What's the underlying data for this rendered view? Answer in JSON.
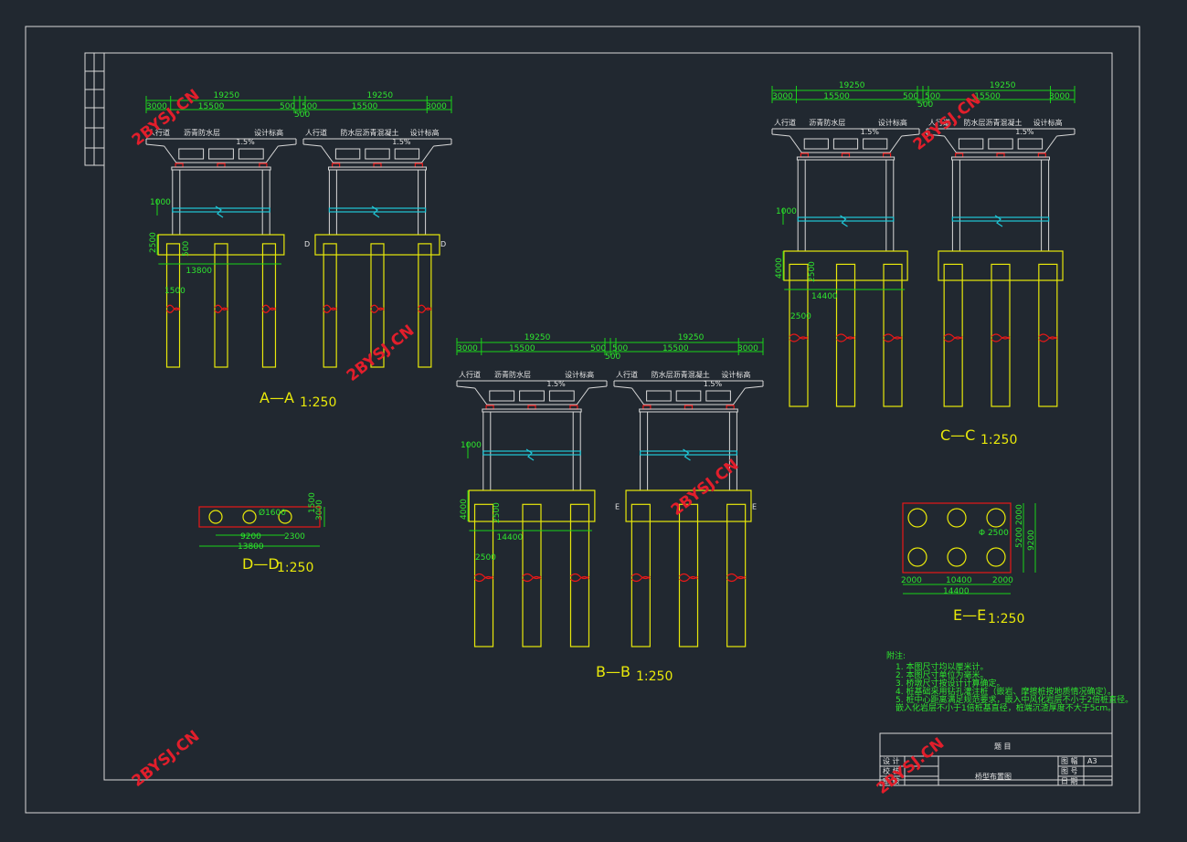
{
  "sections": [
    {
      "id": "aa",
      "label": "A—A",
      "scale": "1:250",
      "top_left": "19250",
      "top_right": "19250",
      "dims": [
        "3000",
        "15500",
        "500",
        "500",
        "15500",
        "3000"
      ],
      "center": "500",
      "left_dims": [
        "1000",
        "2500",
        "500",
        "1500"
      ],
      "cap_width": "13800",
      "deck_texts": [
        "人行道",
        "沥青防水层",
        "设计标高",
        "1.5%",
        "设计标高",
        "防水层沥青混凝土",
        "人行道"
      ],
      "marks": [
        "D",
        "D"
      ]
    },
    {
      "id": "bb",
      "label": "B—B",
      "scale": "1:250",
      "top_left": "19250",
      "top_right": "19250",
      "dims": [
        "3000",
        "15500",
        "500",
        "500",
        "15500",
        "3000"
      ],
      "center": "500",
      "left_dims": [
        "1000",
        "4000",
        "2500",
        "2500"
      ],
      "cap_width": "14400",
      "deck_texts": [
        "人行道",
        "沥青防水层",
        "设计标高",
        "1.5%",
        "设计标高",
        "防水层沥青混凝土",
        "人行道"
      ],
      "marks": [
        "E",
        "E"
      ]
    },
    {
      "id": "cc",
      "label": "C—C",
      "scale": "1:250",
      "top_left": "19250",
      "top_right": "19250",
      "dims": [
        "3000",
        "15500",
        "500",
        "500",
        "15500",
        "3000"
      ],
      "center": "500",
      "left_dims": [
        "1000",
        "4000",
        "2500",
        "2500"
      ],
      "cap_width": "14400",
      "deck_texts": [
        "人行道",
        "沥青防水层",
        "设计标高",
        "1.5%",
        "设计标高",
        "防水层沥青混凝土",
        "人行道"
      ]
    }
  ],
  "dd": {
    "label": "D—D",
    "scale": "1:250",
    "pile": "Ø1600",
    "dims": [
      "9200",
      "2300",
      "13800",
      "1500",
      "3000"
    ]
  },
  "ee": {
    "label": "E—E",
    "scale": "1:250",
    "pile": "Φ 2500",
    "dims": [
      "2000",
      "10400",
      "2000",
      "14400",
      "5200",
      "9200",
      "2000"
    ]
  },
  "notes": {
    "title": "附注:",
    "lines": [
      "1. 本图尺寸均以厘米计。",
      "2. 本图尺寸单位为毫米。",
      "3. 桥墩尺寸按设计计算确定。",
      "4. 桩基础采用钻孔灌注桩（嵌岩、摩擦桩按地质情况确定）。",
      "5. 桩中心距离满足规范要求，嵌入中风化岩层不小于2倍桩直径。",
      "   嵌入化岩层不小于1倍桩基直径，桩端沉渣厚度不大于5cm。"
    ]
  },
  "title_block": {
    "header": "题 目",
    "drawing_title": "桥型布置图",
    "left_labels": [
      "设 计",
      "校 核",
      "审 核"
    ],
    "right_labels": [
      "图 幅",
      "图 号",
      "日 期"
    ],
    "right_values": [
      "A3",
      "",
      ""
    ]
  },
  "watermark": "2BYSJ.CN",
  "colors": {
    "background": "#212830",
    "frame": "#d9d9d9",
    "structure": "#e8e80a",
    "dimension": "#19d319",
    "beam": "#20c8d8",
    "bearing": "#e81818"
  }
}
